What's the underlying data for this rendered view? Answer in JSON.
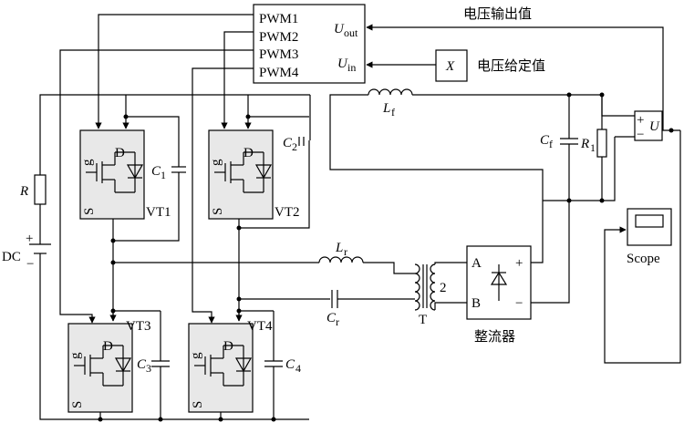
{
  "controller": {
    "outputs": [
      "PWM1",
      "PWM2",
      "PWM3",
      "PWM4"
    ],
    "input_uout": "U",
    "input_uout_sub": "out",
    "input_uin": "U",
    "input_uin_sub": "in"
  },
  "labels": {
    "voltage_output_value": "电压输出值",
    "voltage_given_value": "电压给定值",
    "x_block": "X",
    "rectifier": "整流器",
    "scope": "Scope",
    "dc": "DC",
    "resistor_r": "R",
    "lf": "L",
    "lf_sub": "f",
    "cf": "C",
    "cf_sub": "f",
    "r1": "R",
    "r1_sub": "1",
    "u_sensor": "U",
    "lr": "L",
    "lr_sub": "r",
    "cr": "C",
    "cr_sub": "r",
    "transformer": "T",
    "turns": "2",
    "port_a": "A",
    "port_b": "B",
    "plus": "+",
    "minus": "−",
    "sensor_plus": "+",
    "sensor_minus": "−"
  },
  "switches": [
    {
      "name": "VT1",
      "cap": "C",
      "cap_sub": "1"
    },
    {
      "name": "VT2",
      "cap": "C",
      "cap_sub": "2"
    },
    {
      "name": "VT3",
      "cap": "C",
      "cap_sub": "3"
    },
    {
      "name": "VT4",
      "cap": "C",
      "cap_sub": "4"
    }
  ],
  "mosfet_pins": {
    "gate": "g",
    "drain": "D",
    "source": "S"
  }
}
